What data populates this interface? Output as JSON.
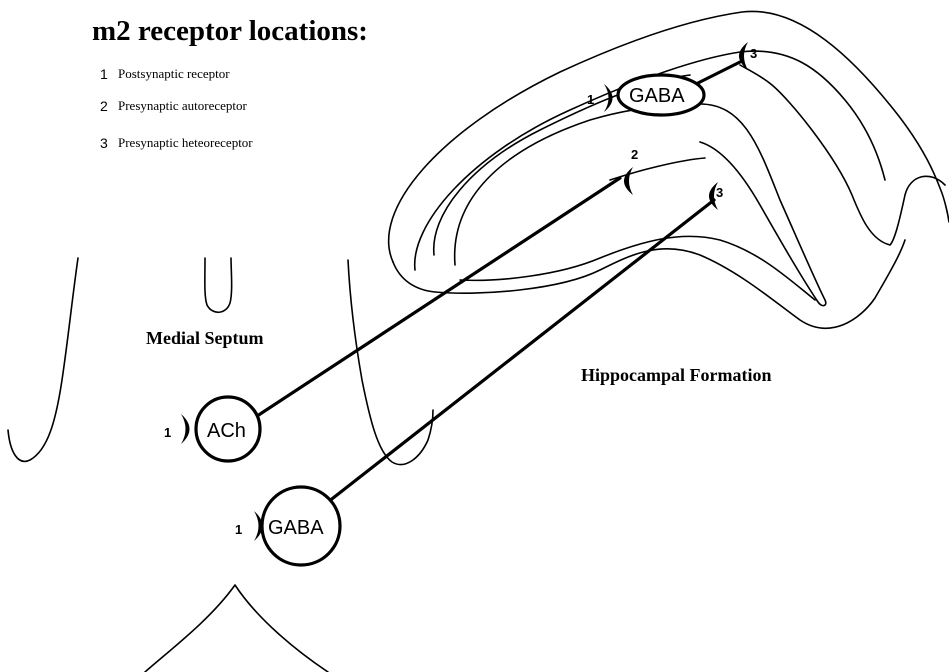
{
  "title": "m2 receptor locations:",
  "legend": [
    {
      "num": "1",
      "text": "Postsynaptic receptor"
    },
    {
      "num": "2",
      "text": "Presynaptic autoreceptor"
    },
    {
      "num": "3",
      "text": "Presynaptic heteoreceptor"
    }
  ],
  "regions": {
    "septum": "Medial Septum",
    "hippocampus": "Hippocampal Formation"
  },
  "cells": {
    "septal_ach": "ACh",
    "septal_gaba": "GABA",
    "hippocampal_gaba": "GABA"
  },
  "receptor_markers": {
    "septal_ach_postsynaptic": "1",
    "septal_gaba_postsynaptic": "1",
    "hippocampal_gaba_postsynaptic": "1",
    "ach_terminal_autoreceptor": "2",
    "gaba_terminal_heteroreceptor": "3",
    "hippocampal_gaba_terminal_heteroreceptor": "3"
  }
}
